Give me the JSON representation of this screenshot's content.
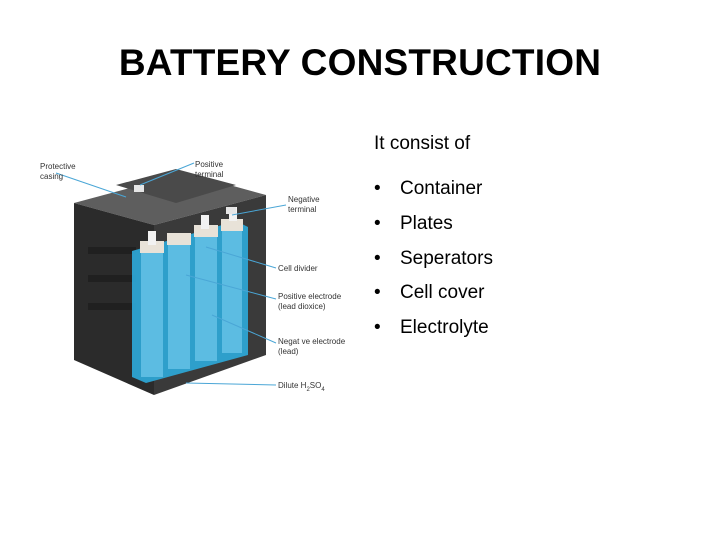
{
  "slide": {
    "title": "BATTERY CONSTRUCTION",
    "intro": "It consist of",
    "bullet_char": "•",
    "items": [
      "Container",
      "Plates",
      "Seperators",
      "Cell cover",
      "Electrolyte"
    ]
  },
  "diagram": {
    "labels": {
      "protective_casing_1": "Protective",
      "protective_casing_2": "casing",
      "positive_terminal_1": "Positive",
      "positive_terminal_2": "terminal",
      "negative_terminal_1": "Negative",
      "negative_terminal_2": "terminal",
      "cell_divider": "Cell divider",
      "positive_electrode_1": "Positive electrode",
      "positive_electrode_2": "(lead dioxice)",
      "negative_electrode_1": "Negat ve electrode",
      "negative_electrode_2": "(lead)",
      "dilute_prefix": "Dilute H",
      "dilute_sub1": "2",
      "dilute_mid": "SO",
      "dilute_sub2": "4"
    },
    "colors": {
      "casing": "#2b2b2b",
      "electrolyte": "#2ea8d8",
      "plates": "#e8e2d8",
      "leader": "#4aa6d6"
    }
  }
}
